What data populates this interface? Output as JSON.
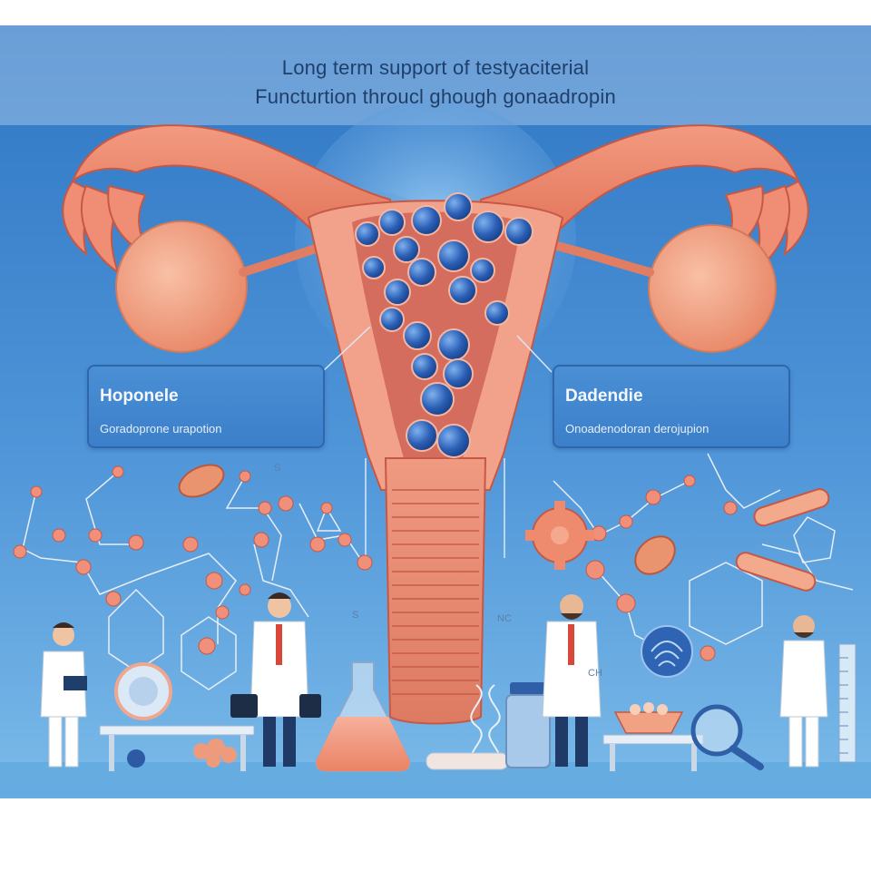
{
  "title": {
    "line1": "Long term support of testyaciterial",
    "line2": "Functurtion throucl  ghough gonaadropin"
  },
  "left_card": {
    "heading": "Hoponele",
    "subtext": "Goradoprone urapotion"
  },
  "right_card": {
    "heading": "Dadendie",
    "subtext": "Onoadenodoran derojupion"
  },
  "diagram_labels": {
    "s_left": "S",
    "s_right": "S",
    "nc": "NC",
    "ch": "CH"
  },
  "colors": {
    "background_top": "#2e77c6",
    "background_bottom": "#75b8e9",
    "tissue": "#f0937c",
    "tissue_dark": "#c65845",
    "ovary": "#f3a386",
    "follicle": "#2f64b8",
    "card": "#4287d1"
  }
}
